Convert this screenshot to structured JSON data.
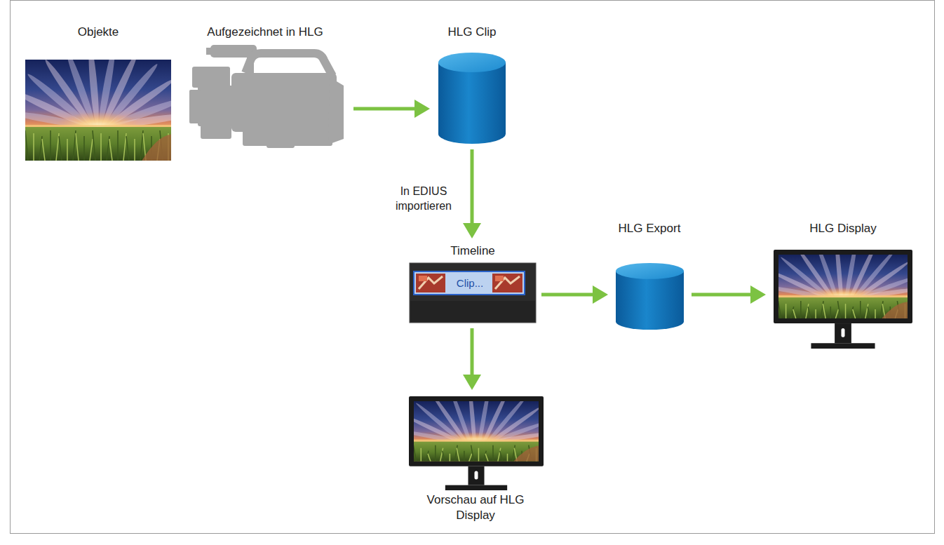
{
  "diagram": {
    "nodes": [
      {
        "text": [
          "Objekte"
        ]
      },
      {
        "text": [
          "Aufgezeichnet in HLG"
        ]
      },
      {
        "text": [
          "HLG Clip"
        ]
      },
      {
        "text": [
          "Timeline",
          "Clip..."
        ]
      },
      {
        "text": [
          "HLG Export"
        ]
      },
      {
        "text": [
          "HLG Display"
        ]
      },
      {
        "text": [
          "Vorschau auf HLG Display"
        ]
      }
    ],
    "edges": [
      {
        "from": 1,
        "to": 2,
        "arrow": "to"
      },
      {
        "from": 2,
        "to": 3,
        "label": "In EDIUS importieren",
        "arrow": "to"
      },
      {
        "from": 3,
        "to": 4,
        "arrow": "to"
      },
      {
        "from": 3,
        "to": 6,
        "arrow": "to"
      },
      {
        "from": 4,
        "to": 5,
        "arrow": "to"
      }
    ]
  }
}
